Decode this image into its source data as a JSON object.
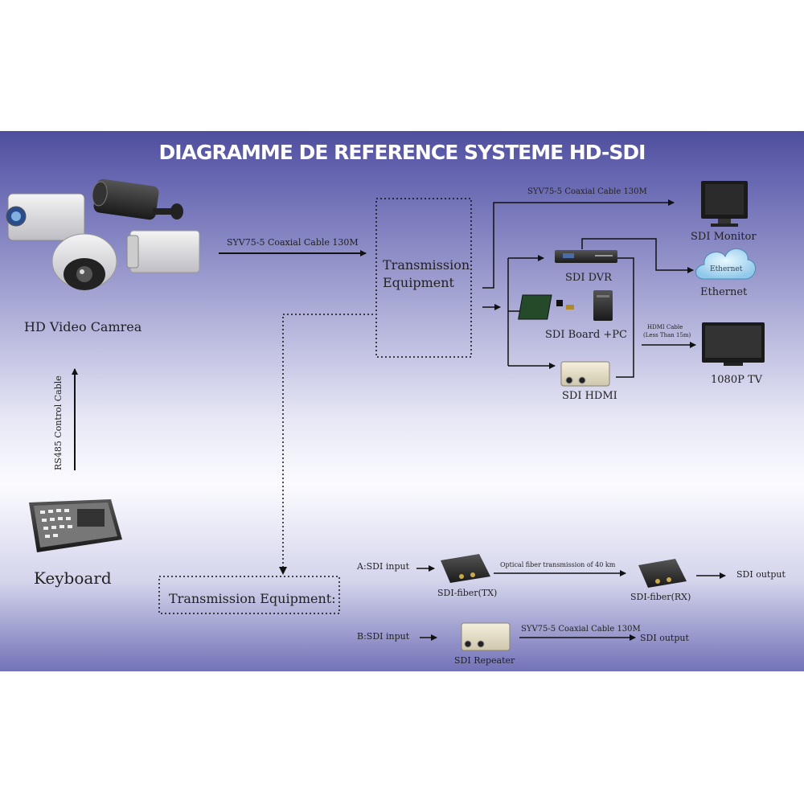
{
  "title": "DIAGRAMME DE REFERENCE SYSTEME HD-SDI",
  "nodes": {
    "hd_camera": "HD Video Camrea",
    "keyboard": "Keyboard",
    "transmission_equipment": "Transmission Equipment",
    "transmission_equipment_bottom": "Transmission Equipment:",
    "sdi_monitor": "SDI Monitor",
    "ethernet": "Ethernet",
    "ethernet_cloud": "Ethernet",
    "sdi_dvr": "SDI DVR",
    "sdi_board_pc": "SDI Board +PC",
    "sdi_hdmi": "SDI HDMI",
    "tv_1080p": "1080P TV",
    "sdi_fiber_tx": "SDI-fiber(TX)",
    "sdi_fiber_rx": "SDI-fiber(RX)",
    "sdi_repeater": "SDI Repeater"
  },
  "edges": {
    "camera_to_equipment": "SYV75-5 Coaxial Cable 130M",
    "equipment_to_monitor": "SYV75-5 Coaxial Cable 130M",
    "rs485": "RS485 Control Cable",
    "hdmi_cable_line1": "HDMI Cable",
    "hdmi_cable_line2": "(Less Than 15m)",
    "optical_fiber": "Optical fiber transmission of 40 km",
    "repeater_cable": "SYV75-5 Coaxial Cable 130M"
  },
  "io": {
    "a_input": "A:SDI input",
    "b_input": "B:SDI input",
    "a_output": "SDI output",
    "b_output": "SDI output"
  },
  "colors": {
    "band_top": "#4e4e9e",
    "band_bottom": "#7272b8",
    "title_text": "#ffffff",
    "line": "#111111"
  }
}
